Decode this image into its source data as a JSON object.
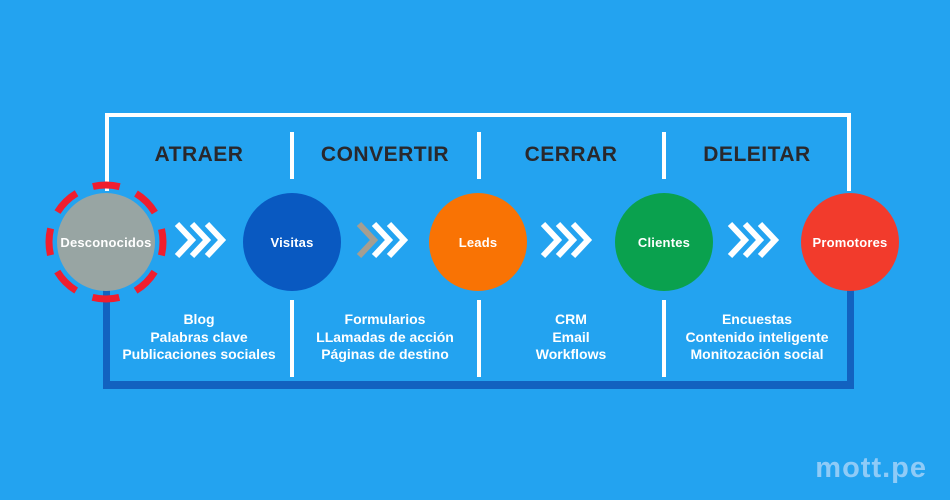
{
  "colors": {
    "background": "#23A3F0",
    "bracket_top": "#FFFFFF",
    "bracket_dark": "#1262C0",
    "divider": "#FFFFFF",
    "heading": "#29282C",
    "list_text": "#FFFFFF"
  },
  "brand": {
    "logo": "mott.pe",
    "color": "#8FCBF7"
  },
  "funnel": {
    "stages": [
      {
        "label": "ATRAER",
        "items": [
          "Blog",
          "Palabras clave",
          "Publicaciones sociales"
        ]
      },
      {
        "label": "CONVERTIR",
        "items": [
          "Formularios",
          "LLamadas de acción",
          "Páginas de destino"
        ]
      },
      {
        "label": "CERRAR",
        "items": [
          "CRM",
          "Email",
          "Workflows"
        ]
      },
      {
        "label": "DELEITAR",
        "items": [
          "Encuestas",
          "Contenido inteligente",
          "Monitozación social"
        ]
      }
    ],
    "nodes": [
      {
        "label": "Desconocidos",
        "color": "#98A5A3",
        "ring_color": "#F01E2E"
      },
      {
        "label": "Visitas",
        "color": "#0959C1"
      },
      {
        "label": "Leads",
        "color": "#F97304"
      },
      {
        "label": "Clientes",
        "color": "#0AA14E"
      },
      {
        "label": "Promotores",
        "color": "#F23B2C"
      }
    ],
    "arrows": [
      {
        "chevrons": [
          "#FFFFFF",
          "#FFFFFF",
          "#FFFFFF"
        ]
      },
      {
        "chevrons": [
          "#A59E91",
          "#FFFFFF",
          "#FFFFFF"
        ]
      },
      {
        "chevrons": [
          "#FFFFFF",
          "#FFFFFF",
          "#FFFFFF"
        ]
      },
      {
        "chevrons": [
          "#FFFFFF",
          "#FFFFFF",
          "#FFFFFF"
        ]
      }
    ]
  }
}
